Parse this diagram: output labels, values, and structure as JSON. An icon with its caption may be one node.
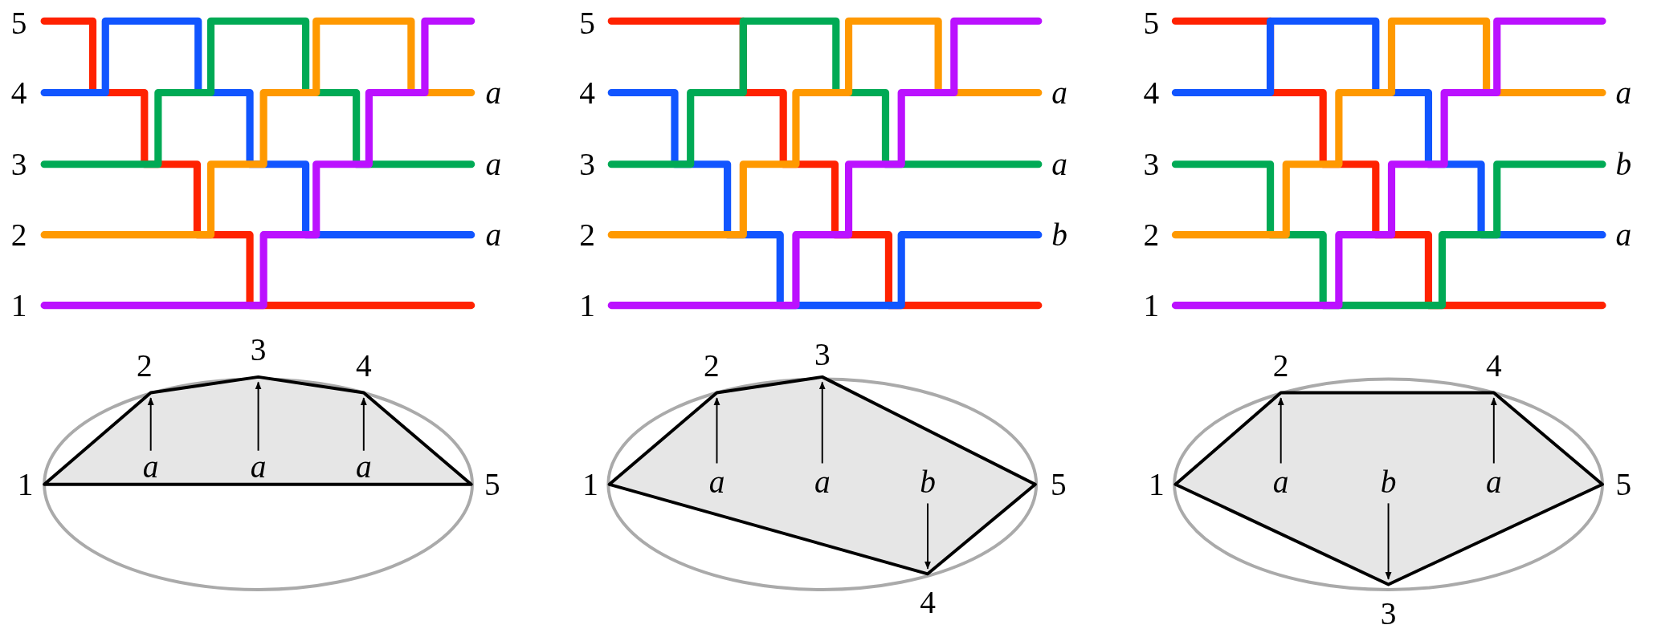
{
  "diagram": {
    "labels": [
      "5",
      "4",
      "a",
      "3",
      "a",
      "2",
      "a",
      "1",
      "2",
      "3",
      "4",
      "1",
      "a",
      "a",
      "a",
      "5",
      "5",
      "4",
      "a",
      "3",
      "a",
      "2",
      "b",
      "1",
      "2",
      "3",
      "1",
      "a",
      "a",
      "b",
      "5",
      "4",
      "5",
      "4",
      "a",
      "3",
      "b",
      "2",
      "a",
      "1",
      "2",
      "4",
      "1",
      "a",
      "b",
      "a",
      "5",
      "3"
    ]
  }
}
